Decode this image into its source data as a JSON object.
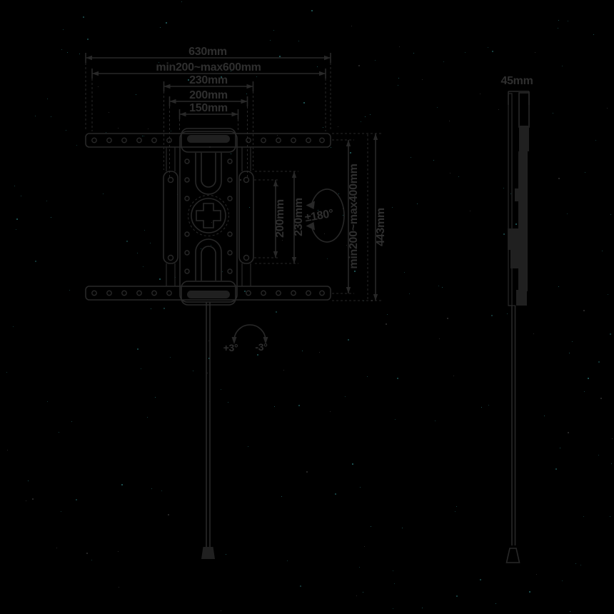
{
  "colors": {
    "background": "#000000",
    "line": "#282828",
    "text": "#2f2f2f",
    "solid_fill": "#202020",
    "speckles": [
      "#173f3f",
      "#1c4f4f",
      "#262626",
      "#123434"
    ]
  },
  "front_view": {
    "horizontal_dims": {
      "total_width": "630mm",
      "vesa_width_range": "min200~max600mm",
      "width_230": "230mm",
      "width_200": "200mm",
      "width_150": "150mm"
    },
    "vertical_dims": {
      "height_200": "200mm",
      "height_230": "230mm",
      "vesa_height_range": "min200~max400mm",
      "total_height": "443mm"
    },
    "rotation_label": "±180°",
    "tilt_plus_label": "+3°",
    "tilt_minus_label": "-3°"
  },
  "side_view": {
    "depth_label": "45mm"
  }
}
